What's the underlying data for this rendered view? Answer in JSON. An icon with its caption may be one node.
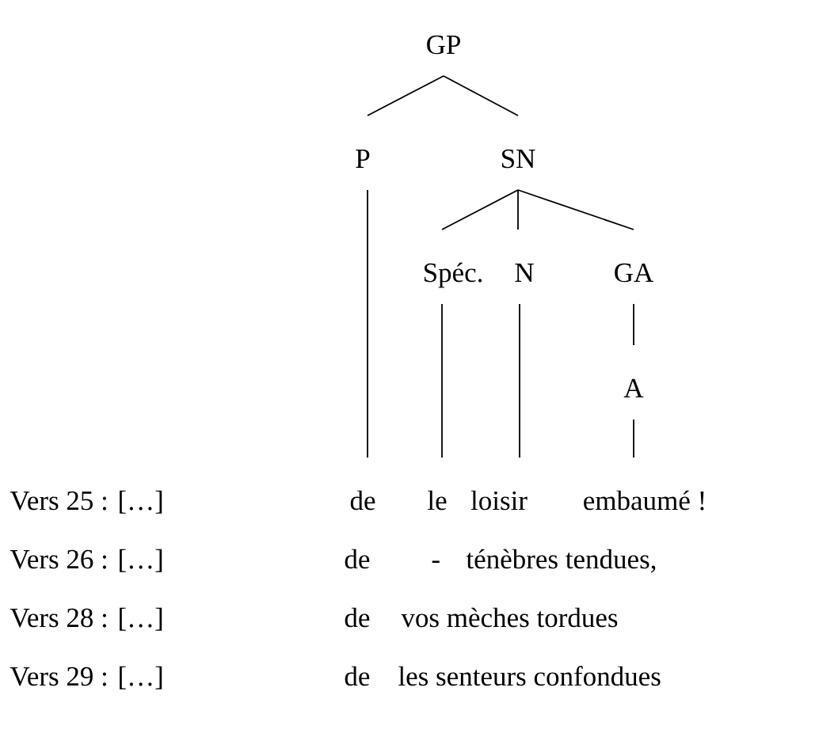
{
  "diagram": {
    "nodes": [
      {
        "text": [
          "GP"
        ]
      },
      {
        "text": [
          "P"
        ]
      },
      {
        "text": [
          "SN"
        ]
      },
      {
        "text": [
          "Spéc."
        ]
      },
      {
        "text": [
          "N"
        ]
      },
      {
        "text": [
          "GA"
        ]
      },
      {
        "text": [
          "A"
        ]
      },
      {
        "text": [
          "de"
        ]
      },
      {
        "text": [
          "le"
        ]
      },
      {
        "text": [
          "loisir"
        ]
      },
      {
        "text": [
          "embaumé !"
        ]
      }
    ],
    "edges": [
      {
        "from": 0,
        "to": 1,
        "arrow": "none"
      },
      {
        "from": 0,
        "to": 2,
        "arrow": "none"
      },
      {
        "from": 2,
        "to": 3,
        "arrow": "none"
      },
      {
        "from": 2,
        "to": 4,
        "arrow": "none"
      },
      {
        "from": 2,
        "to": 5,
        "arrow": "none"
      },
      {
        "from": 5,
        "to": 6,
        "arrow": "none"
      },
      {
        "from": 1,
        "to": 7,
        "arrow": "none"
      },
      {
        "from": 3,
        "to": 8,
        "arrow": "none"
      },
      {
        "from": 4,
        "to": 9,
        "arrow": "none"
      },
      {
        "from": 6,
        "to": 10,
        "arrow": "none"
      }
    ],
    "labels": [
      "Vers 25 : […]",
      "Vers 26 : […]",
      "de",
      "-",
      "ténèbres tendues,",
      "Vers 28 : […]",
      "de",
      "vos mèches tordues",
      "Vers 29 : […]",
      "de",
      "les senteurs confondues"
    ]
  }
}
